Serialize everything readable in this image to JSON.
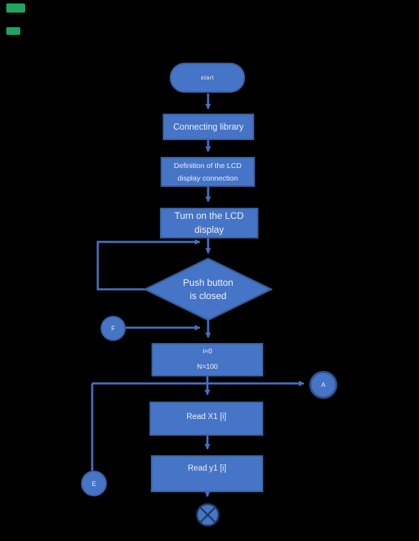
{
  "page": {
    "background": "#000000",
    "corner_marks": {
      "color": "#1FA463"
    }
  },
  "colors": {
    "node_fill": "#4674C6",
    "node_border": "#37619E",
    "connector_line": "#4472C4",
    "text": "#EDF1F8",
    "junction_dark": "#1F3864"
  },
  "flowchart": {
    "nodes": {
      "start": {
        "label": "start"
      },
      "connecting_library": {
        "label": "Connecting library"
      },
      "definition": {
        "line1": "Definition of the LCD",
        "line2": "display connection"
      },
      "turn_on": {
        "line1": "Turn on the LCD",
        "line2": "display"
      },
      "decision": {
        "line1": "Push button",
        "line2": "is closed"
      },
      "init": {
        "line1": "i=0",
        "line2": "N=100"
      },
      "read_x": {
        "label": "Read X1 [i]"
      },
      "read_y": {
        "label": "Read y1 [i]"
      },
      "connector_f": {
        "label": "F"
      },
      "connector_a": {
        "label": "A"
      },
      "connector_e": {
        "label": "E"
      }
    }
  }
}
